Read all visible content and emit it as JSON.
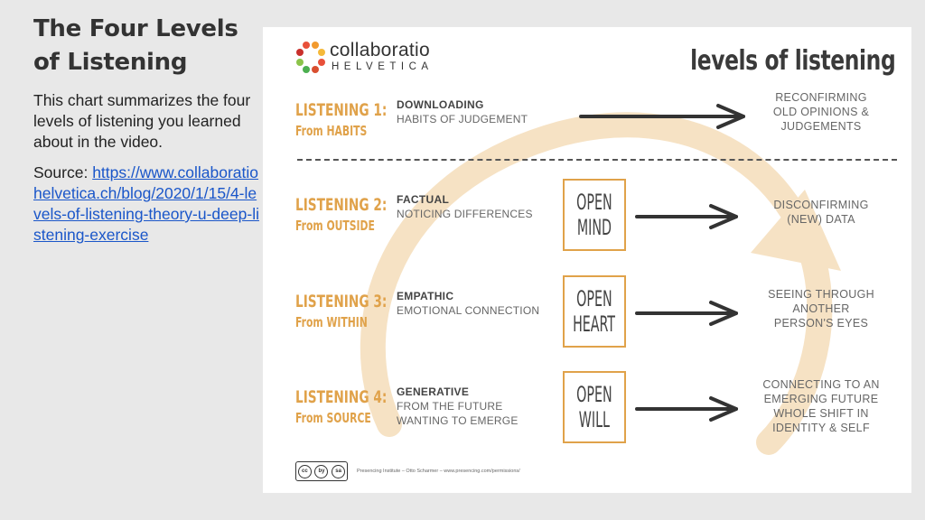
{
  "slide": {
    "title": "The Four Levels of Listening",
    "description": "This chart summarizes the four levels of listening you learned about in the video.",
    "source_label": "Source: ",
    "source_link": "https://www.collaboratiohelvetica.ch/blog/2020/1/15/4-levels-of-listening-theory-u-deep-listening-exercise"
  },
  "card": {
    "logo_name": "collaboratio",
    "logo_sub": "HELVETICA",
    "title": "levels of listening",
    "license_badge": "cc BY SA",
    "credit": "Presencing Institute – Otto Scharmer – www.presencing.com/permissions/",
    "accent_color": "#e0a24a",
    "levels": [
      {
        "level": "LISTENING 1:",
        "from": "From HABITS",
        "heading": "DOWNLOADING",
        "subheading": "HABITS OF JUDGEMENT",
        "mindset": [],
        "outcome": [
          "RECONFIRMING",
          "OLD OPINIONS &",
          "JUDGEMENTS"
        ]
      },
      {
        "level": "LISTENING 2:",
        "from": "From OUTSIDE",
        "heading": "FACTUAL",
        "subheading": "NOTICING DIFFERENCES",
        "mindset": [
          "OPEN",
          "MIND"
        ],
        "outcome": [
          "DISCONFIRMING",
          "(NEW) DATA"
        ]
      },
      {
        "level": "LISTENING 3:",
        "from": "From WITHIN",
        "heading": "EMPATHIC",
        "subheading": "EMOTIONAL CONNECTION",
        "mindset": [
          "OPEN",
          "HEART"
        ],
        "outcome": [
          "SEEING THROUGH",
          "ANOTHER",
          "PERSON'S EYES"
        ]
      },
      {
        "level": "LISTENING 4:",
        "from": "From SOURCE",
        "heading": "GENERATIVE",
        "subheading": "FROM THE FUTURE",
        "subheading2": "WANTING TO EMERGE",
        "mindset": [
          "OPEN",
          "WILL"
        ],
        "outcome": [
          "CONNECTING TO AN",
          "EMERGING FUTURE",
          "WHOLE SHIFT IN",
          "IDENTITY & SELF"
        ]
      }
    ]
  }
}
